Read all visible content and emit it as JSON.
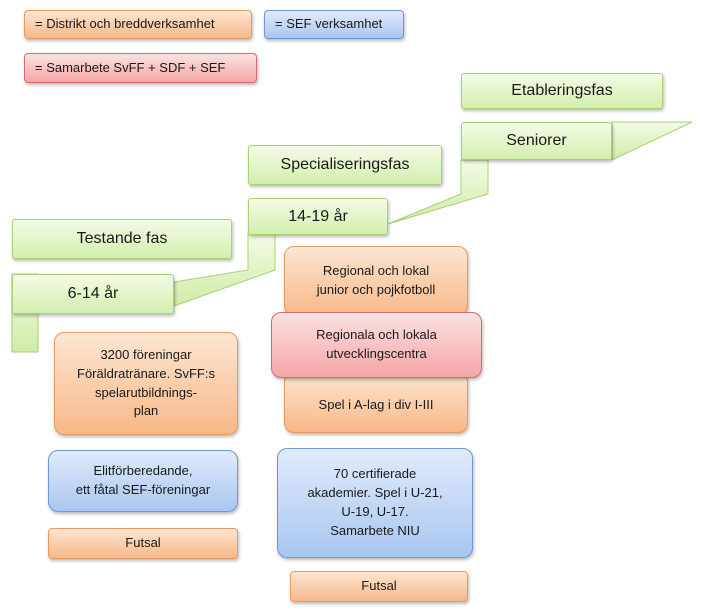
{
  "legend": {
    "district": "= Distrikt och breddverksamhet",
    "sef": "= SEF verksamhet",
    "cooperation": "= Samarbete SvFF + SDF + SEF"
  },
  "phases": {
    "etablering": "Etableringsfas",
    "specialisering": "Specialiseringsfas",
    "testande": "Testande fas"
  },
  "ages": {
    "seniorer": "Seniorer",
    "age_14_19": "14-19 år",
    "age_6_14": "6-14 år"
  },
  "left_column": {
    "clubs_line1": "3200 föreningar",
    "clubs_line2": "Föräldratränare. SvFF:s",
    "clubs_line3": "spelarutbildnings-",
    "clubs_line4": "plan",
    "elite_line1": "Elitförberedande,",
    "elite_line2": "ett fåtal SEF-föreningar",
    "futsal": "Futsal"
  },
  "right_column": {
    "regional_line1": "Regional och lokal",
    "regional_line2": "junior och pojkfotboll",
    "centers_line1": "Regionala och lokala",
    "centers_line2": "utvecklingscentra",
    "alag": "Spel i A-lag i div I-III",
    "academies_line1": "70 certifierade",
    "academies_line2": "akademier. Spel i U-21,",
    "academies_line3": "U-19, U-17.",
    "academies_line4": "Samarbete NIU",
    "futsal": "Futsal"
  },
  "colors": {
    "orange": "#f7b888",
    "blue": "#a9c6f1",
    "red": "#f4a6a6",
    "green": "#d3efae"
  }
}
